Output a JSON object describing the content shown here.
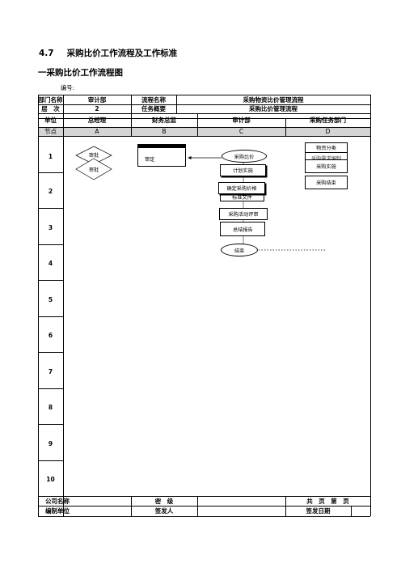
{
  "section": {
    "number": "4.7",
    "title": "采购比价工作流程及工作标准",
    "subtitle": "一采购比价工作流程图",
    "code_label": "编号:"
  },
  "header": {
    "row1": {
      "dept_label": "部门名称",
      "dept_value": "审计部",
      "flow_label": "流程名称",
      "flow_value": "采购物资比价管理流程"
    },
    "row2": {
      "level_label": "层　次",
      "level_value": "2",
      "task_label": "任务概要",
      "task_value": "采购比价管理流程"
    },
    "units": {
      "unit_label": "单位",
      "col_a": "总经理",
      "col_b": "财务总监",
      "col_c": "审计部",
      "col_d": "采购任务部门"
    },
    "nodes": {
      "node_label": "节点",
      "a": "A",
      "b": "B",
      "c": "C",
      "d": "D"
    }
  },
  "rows": [
    "1",
    "2",
    "3",
    "4",
    "5",
    "6",
    "7",
    "8",
    "9",
    "10"
  ],
  "flow": {
    "a_diamond_back": "审批",
    "a_diamond_front": "审批",
    "b_review": "审定",
    "c_start": "采购比价",
    "c_plan": "计划实施",
    "c_confirm_price": "确定采购价格",
    "c_bid_doc": "标准文件",
    "c_review_activity": "采购活动评审",
    "c_summary": "总结报告",
    "c_end": "结束",
    "d_classify": "物资分类",
    "d_hidden": "采购需求编制",
    "d_implement": "采购实施",
    "d_finish": "采购结束"
  },
  "footer": {
    "company_label": "公司名称",
    "secret_label": "密　级",
    "pages_label": "共　页　第　页",
    "compiler_label": "编制单位",
    "issuer_label": "签发人",
    "issue_date_label": "签发日期"
  }
}
